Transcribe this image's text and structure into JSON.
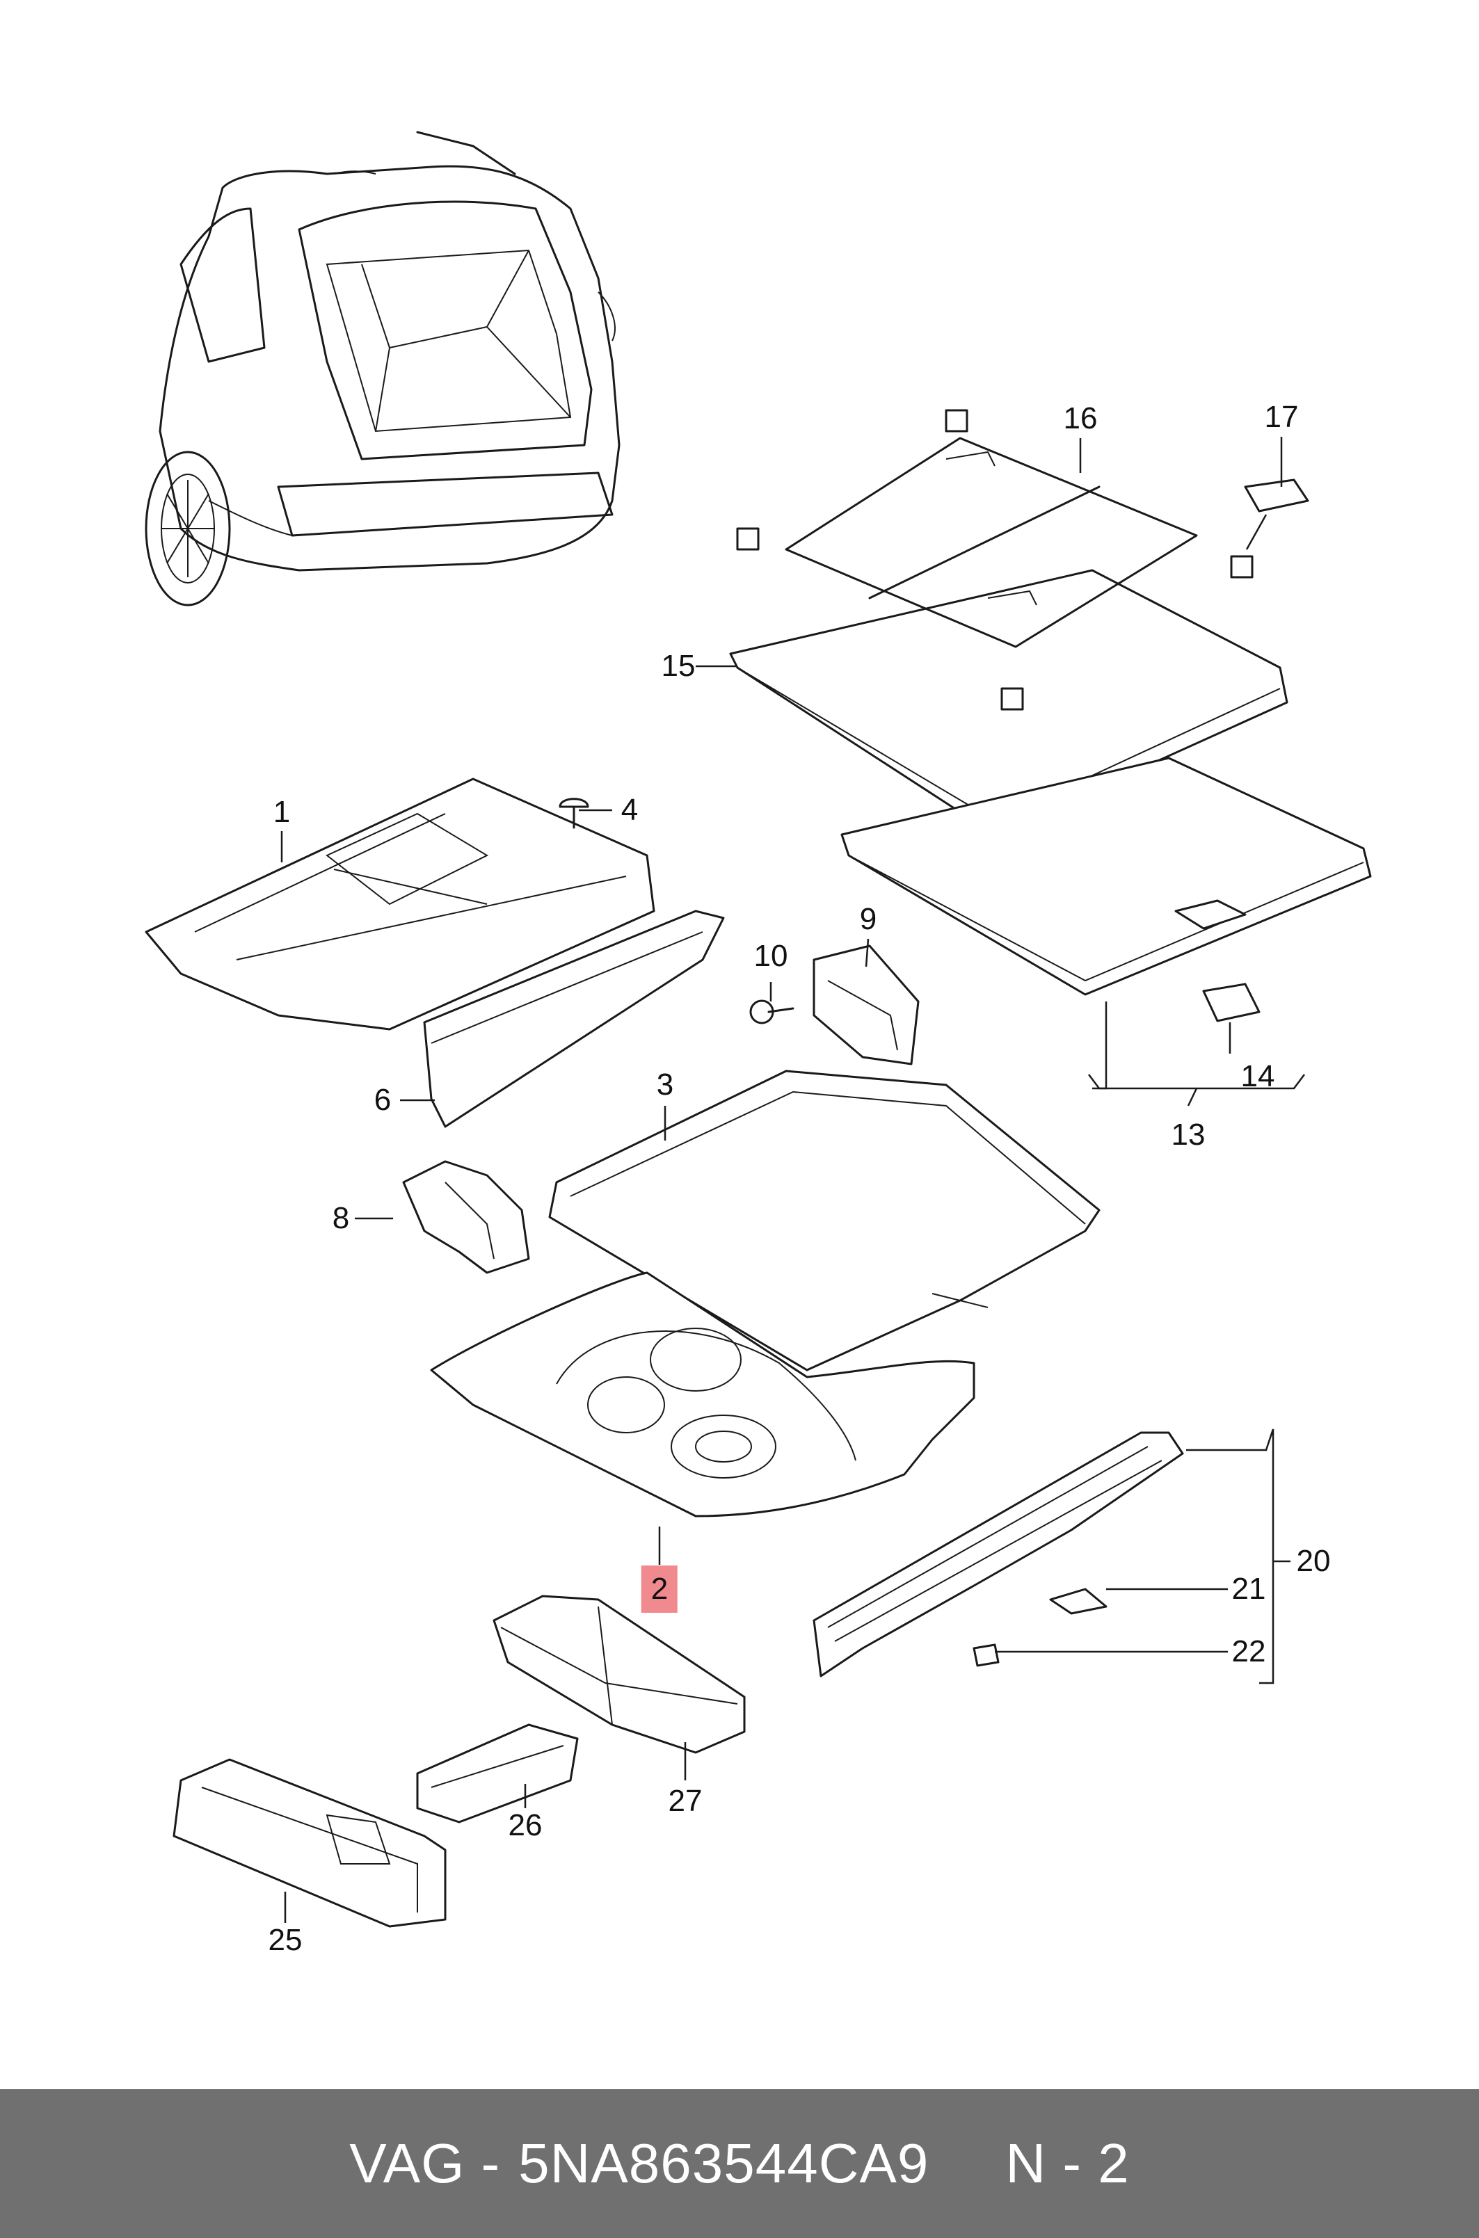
{
  "callouts": [
    {
      "id": "1",
      "label": "1"
    },
    {
      "id": "2",
      "label": "2",
      "highlight": true
    },
    {
      "id": "3",
      "label": "3"
    },
    {
      "id": "4",
      "label": "4"
    },
    {
      "id": "6",
      "label": "6"
    },
    {
      "id": "8",
      "label": "8"
    },
    {
      "id": "9",
      "label": "9"
    },
    {
      "id": "10",
      "label": "10"
    },
    {
      "id": "13",
      "label": "13"
    },
    {
      "id": "14",
      "label": "14"
    },
    {
      "id": "15",
      "label": "15"
    },
    {
      "id": "16",
      "label": "16"
    },
    {
      "id": "17",
      "label": "17"
    },
    {
      "id": "20",
      "label": "20"
    },
    {
      "id": "21",
      "label": "21"
    },
    {
      "id": "22",
      "label": "22"
    },
    {
      "id": "25",
      "label": "25"
    },
    {
      "id": "26",
      "label": "26"
    },
    {
      "id": "27",
      "label": "27"
    }
  ],
  "footer": {
    "brand": "VAG -",
    "part_number": "5NA863544CA9",
    "page": "N - 2"
  },
  "colors": {
    "highlight": "#f08a8f",
    "footer_bg": "#707070",
    "footer_text": "#ffffff"
  }
}
